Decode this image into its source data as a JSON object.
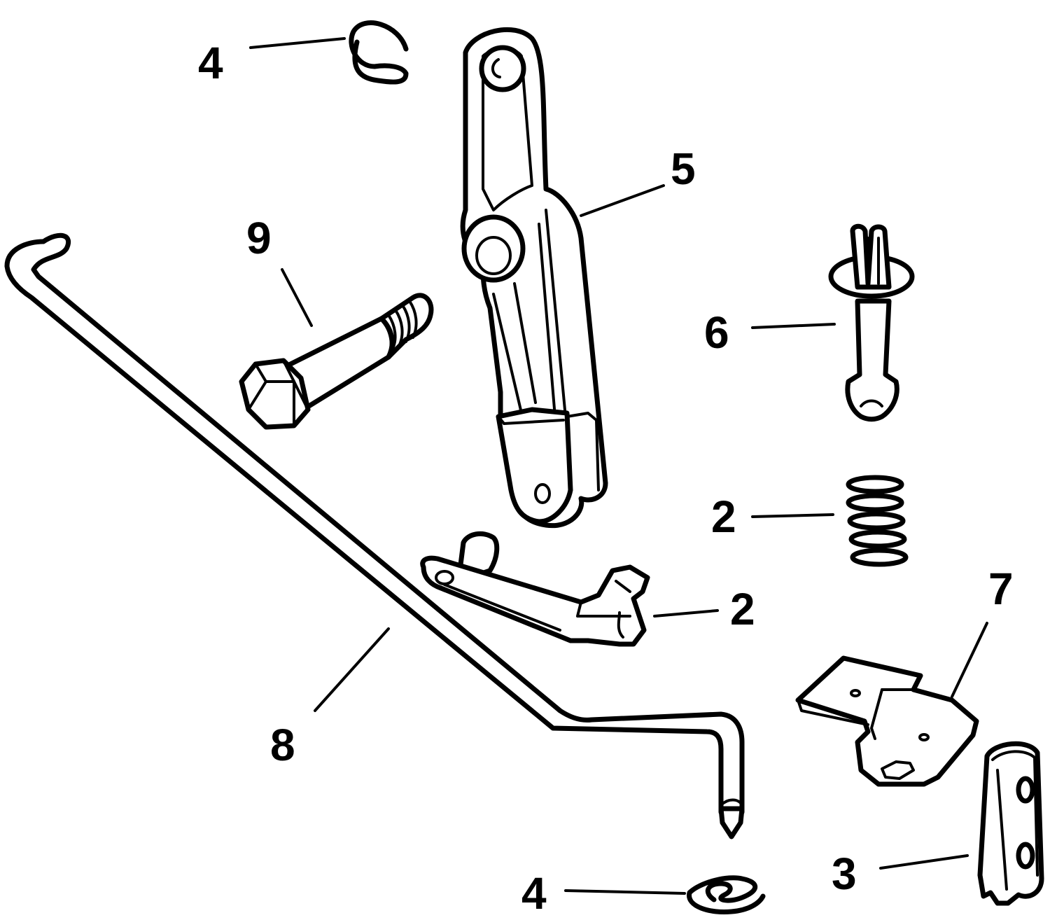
{
  "callouts": [
    {
      "id": "c4-top",
      "label": "4"
    },
    {
      "id": "c5",
      "label": "5"
    },
    {
      "id": "c9",
      "label": "9"
    },
    {
      "id": "c6",
      "label": "6"
    },
    {
      "id": "c2-spring",
      "label": "2"
    },
    {
      "id": "c2-lever",
      "label": "2"
    },
    {
      "id": "c7",
      "label": "7"
    },
    {
      "id": "c8",
      "label": "8"
    },
    {
      "id": "c3",
      "label": "3"
    },
    {
      "id": "c4-bottom",
      "label": "4"
    }
  ]
}
